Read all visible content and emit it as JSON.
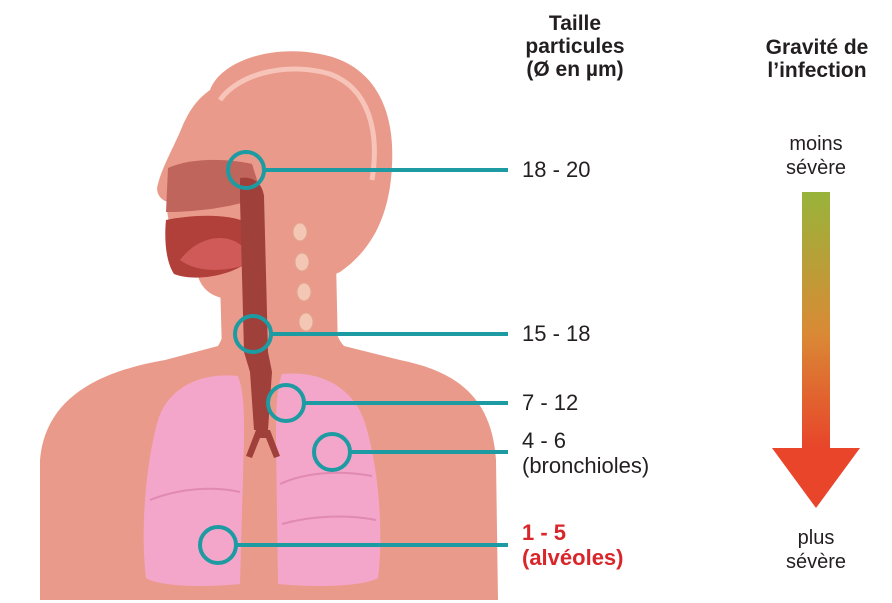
{
  "headers": {
    "size": [
      "Taille",
      "particules",
      "(Ø en µm)"
    ],
    "gravity": [
      "Gravité de",
      "l’infection"
    ]
  },
  "markers": [
    {
      "id": "nasal-cavity",
      "label": [
        "18 - 20"
      ],
      "highlight": false
    },
    {
      "id": "pharynx-larynx",
      "label": [
        "15 - 18"
      ],
      "highlight": false
    },
    {
      "id": "trachea-bronchi",
      "label": [
        "7 - 12"
      ],
      "highlight": false
    },
    {
      "id": "bronchioles",
      "label": [
        "4 - 6",
        "(bronchioles)"
      ],
      "highlight": false
    },
    {
      "id": "alveoli",
      "label": [
        "1 - 5",
        "(alvéoles)"
      ],
      "highlight": true
    }
  ],
  "severity": {
    "top": [
      "moins",
      "sévère"
    ],
    "bottom": [
      "plus",
      "sévère"
    ]
  },
  "colors": {
    "skin": "#ea9a8a",
    "skin_dark": "#d9786a",
    "airway": "#a0403a",
    "lung": "#f3a6c9",
    "marker": "#1c9ba3",
    "highlight": "#d9262b",
    "arrow_top": "#98b43a",
    "arrow_bottom": "#e8452a"
  }
}
